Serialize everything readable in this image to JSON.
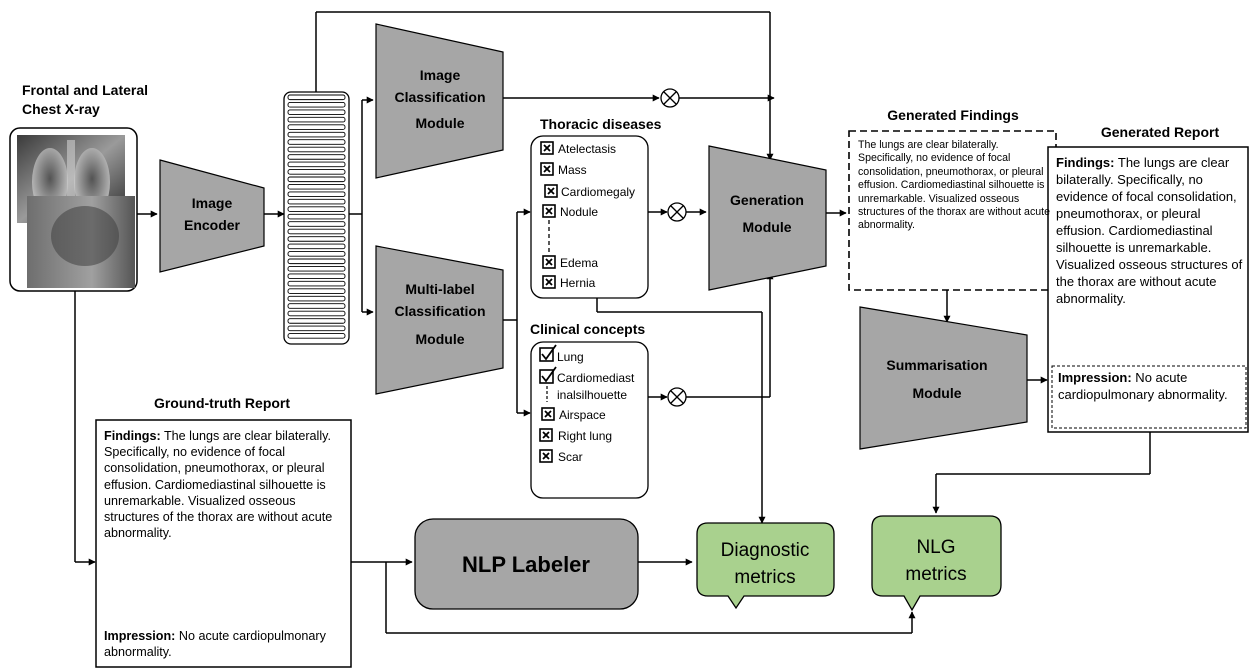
{
  "input": {
    "title_line1": "Frontal and Lateral",
    "title_line2": "Chest X-ray"
  },
  "encoder": {
    "line1": "Image",
    "line2": "Encoder"
  },
  "image_cls": {
    "line1": "Image",
    "line2": "Classification",
    "line3": "Module"
  },
  "multi_cls": {
    "line1": "Multi-label",
    "line2": "Classification",
    "line3": "Module"
  },
  "thoracic": {
    "title": "Thoracic diseases",
    "items": [
      "Atelectasis",
      "Mass",
      "Cardiomegaly",
      "Nodule",
      "Edema",
      "Hernia"
    ]
  },
  "clinical": {
    "title": "Clinical concepts",
    "items": [
      "Lung",
      "Cardiomediast",
      "inalsilhouette",
      "Airspace",
      "Right lung",
      "Scar"
    ]
  },
  "generation": {
    "line1": "Generation",
    "line2": "Module"
  },
  "summarisation": {
    "line1": "Summarisation",
    "line2": "Module"
  },
  "generated_findings": {
    "title": "Generated Findings",
    "text": "The lungs are clear bilaterally. Specifically, no evidence of focal consolidation, pneumothorax, or pleural effusion. Cardiomediastinal silhouette is unremarkable. Visualized osseous structures of the thorax are without acute abnormality."
  },
  "generated_report": {
    "title": "Generated Report",
    "findings_label": "Findings:",
    "findings_text": " The lungs are clear bilaterally. Specifically, no evidence of focal consolidation, pneumothorax, or pleural effusion. Cardiomediastinal silhouette is unremarkable. Visualized osseous structures of the thorax are without acute abnormality.",
    "impression_label": "Impression:",
    "impression_text": " No acute cardiopulmonary abnormality."
  },
  "ground_truth": {
    "title": "Ground-truth Report",
    "findings_label": "Findings:",
    "findings_text": " The lungs are clear bilaterally. Specifically, no evidence of focal consolidation, pneumothorax, or pleural effusion. Cardiomediastinal silhouette is unremarkable. Visualized osseous structures of the thorax are without acute abnormality.",
    "impression_label": "Impression:",
    "impression_text": " No acute cardiopulmonary abnormality."
  },
  "nlp_labeler": {
    "label": "NLP Labeler"
  },
  "diagnostic": {
    "line1": "Diagnostic",
    "line2": "metrics"
  },
  "nlg": {
    "line1": "NLG",
    "line2": "metrics"
  },
  "colors": {
    "module_fill": "#a6a6a6",
    "metrics_fill": "#a9d18e",
    "line": "#000000"
  }
}
